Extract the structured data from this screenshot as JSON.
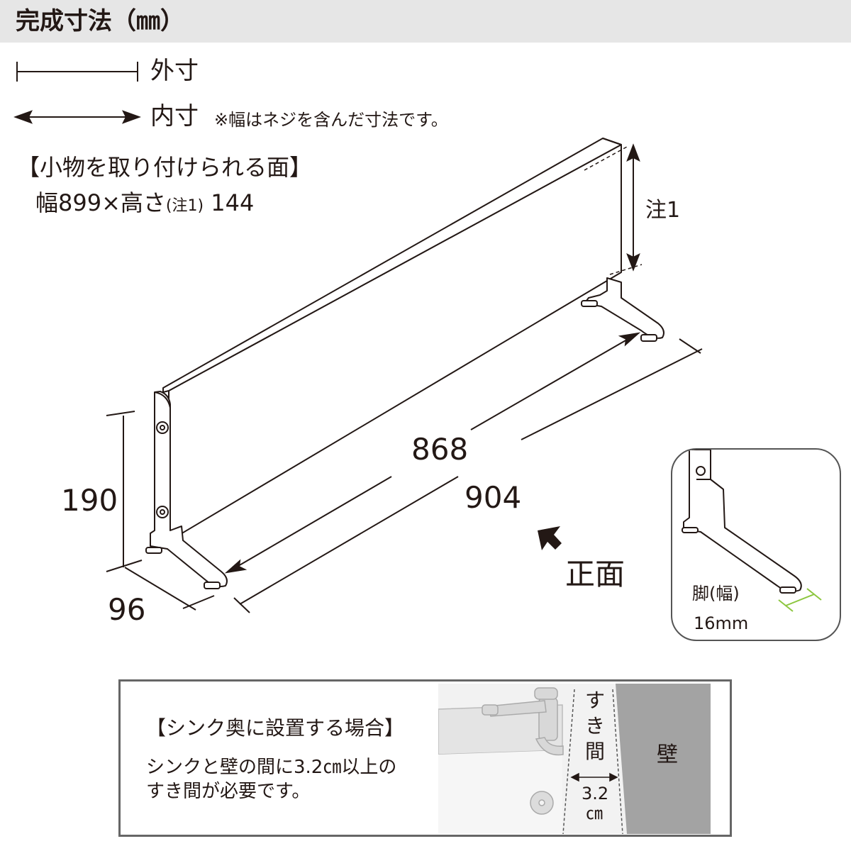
{
  "header": {
    "title": "完成寸法（㎜）"
  },
  "legend": {
    "outer_label": "外寸",
    "inner_label": "内寸",
    "inner_note": "※幅はネジを含んだ寸法です。"
  },
  "mount_surface": {
    "heading": "【小物を取り付けられる面】",
    "size_prefix": "幅899×高さ",
    "size_note": "(注1)",
    "size_value": "144"
  },
  "dimensions": {
    "note1_label": "注1",
    "inner_width": "868",
    "outer_width": "904",
    "height": "190",
    "depth": "96",
    "front_label": "正面"
  },
  "leg_inset": {
    "label": "脚(幅)",
    "value": "16mm"
  },
  "sink_box": {
    "heading": "【シンク奥に設置する場合】",
    "line1": "シンクと壁の間に3.2㎝以上の",
    "line2": "すき間が必要です。",
    "gap_label": [
      "す",
      "き",
      "間"
    ],
    "gap_value": [
      "3.2",
      "㎝"
    ],
    "wall_label": "壁"
  }
}
